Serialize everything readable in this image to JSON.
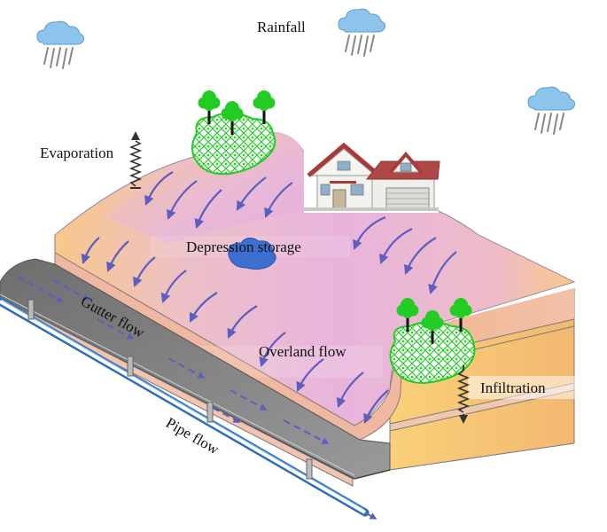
{
  "labels": {
    "rainfall": "Rainfall",
    "evaporation": "Evaporation",
    "depression_storage": "Depression storage",
    "gutter_flow": "Gutter flow",
    "overland_flow": "Overland flow",
    "infiltration": "Infiltration",
    "pipe_flow": "Pipe flow"
  },
  "colors": {
    "surface_pink": "#e8b4dc",
    "surface_orange": "#f8c88a",
    "gutter_gray": "#8a8a8a",
    "flow_arrow": "#5a5fc0",
    "storage_blue": "#3c6fd0",
    "tree_green": "#22cc22",
    "pipe_blue": "#4d8fd9",
    "cloud_blue": "#8cc4ec"
  },
  "icons": [
    "cloud-rain-icon",
    "tree-icon",
    "house-icon"
  ]
}
